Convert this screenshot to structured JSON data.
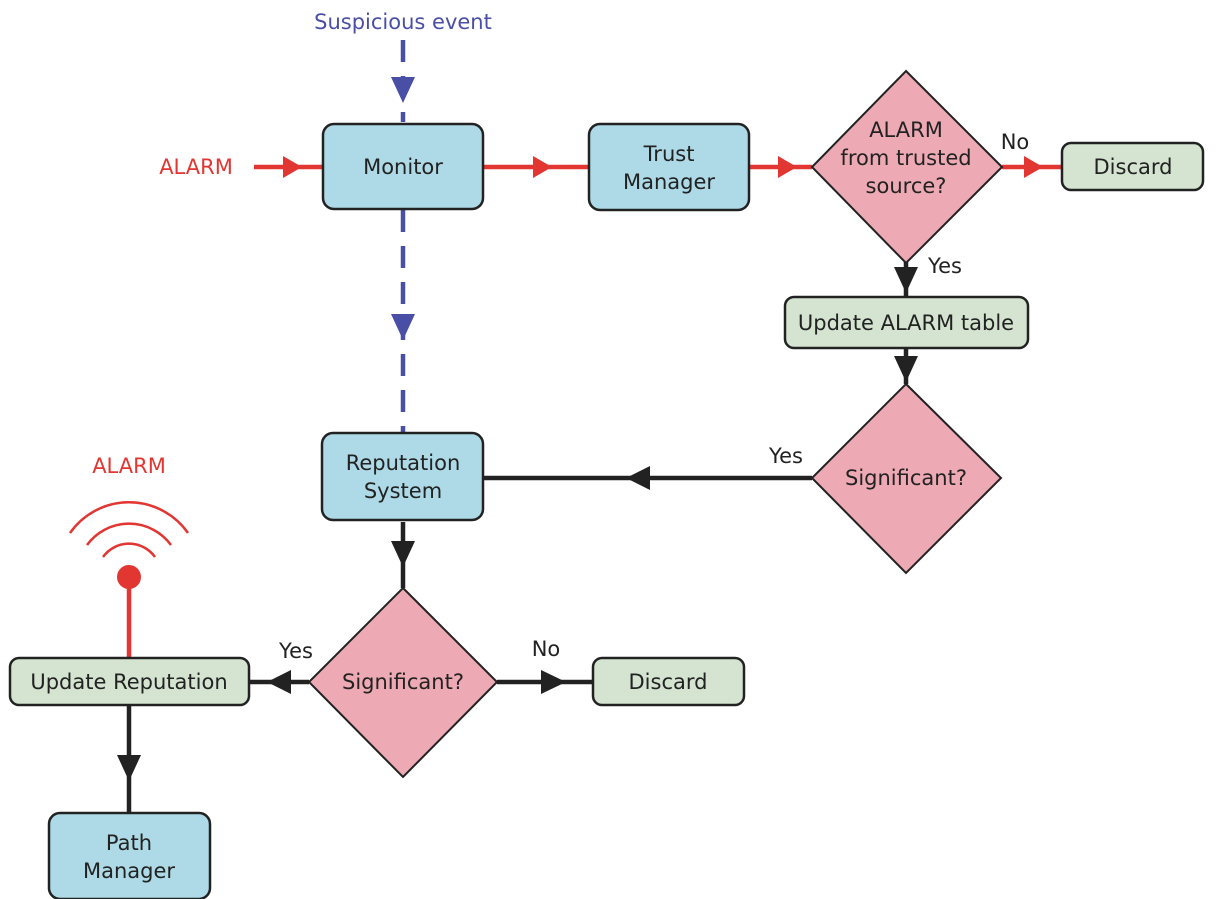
{
  "inputs": {
    "suspicious_event": "Suspicious event",
    "alarm_input": "ALARM"
  },
  "nodes": {
    "monitor": "Monitor",
    "trust_manager": [
      "Trust",
      "Manager"
    ],
    "decision_trusted": [
      "ALARM",
      "from trusted",
      "source?"
    ],
    "discard_top": "Discard",
    "update_alarm_table": "Update ALARM table",
    "decision_significant_1": "Significant?",
    "reputation_system": [
      "Reputation",
      "System"
    ],
    "decision_significant_2": "Significant?",
    "discard_bottom": "Discard",
    "update_reputation": "Update Reputation",
    "path_manager": [
      "Path",
      "Manager"
    ]
  },
  "edge_labels": {
    "trusted_no": "No",
    "trusted_yes": "Yes",
    "significant1_yes": "Yes",
    "significant2_yes": "Yes",
    "significant2_no": "No"
  },
  "alarm_beacon": {
    "label": "ALARM"
  },
  "colors": {
    "process_blue": "#addae6",
    "action_green": "#d4e4d1",
    "decision_pink": "#eeaab4",
    "alarm_red": "#e23632",
    "event_blue": "#4a4fa6",
    "line_black": "#222222"
  }
}
